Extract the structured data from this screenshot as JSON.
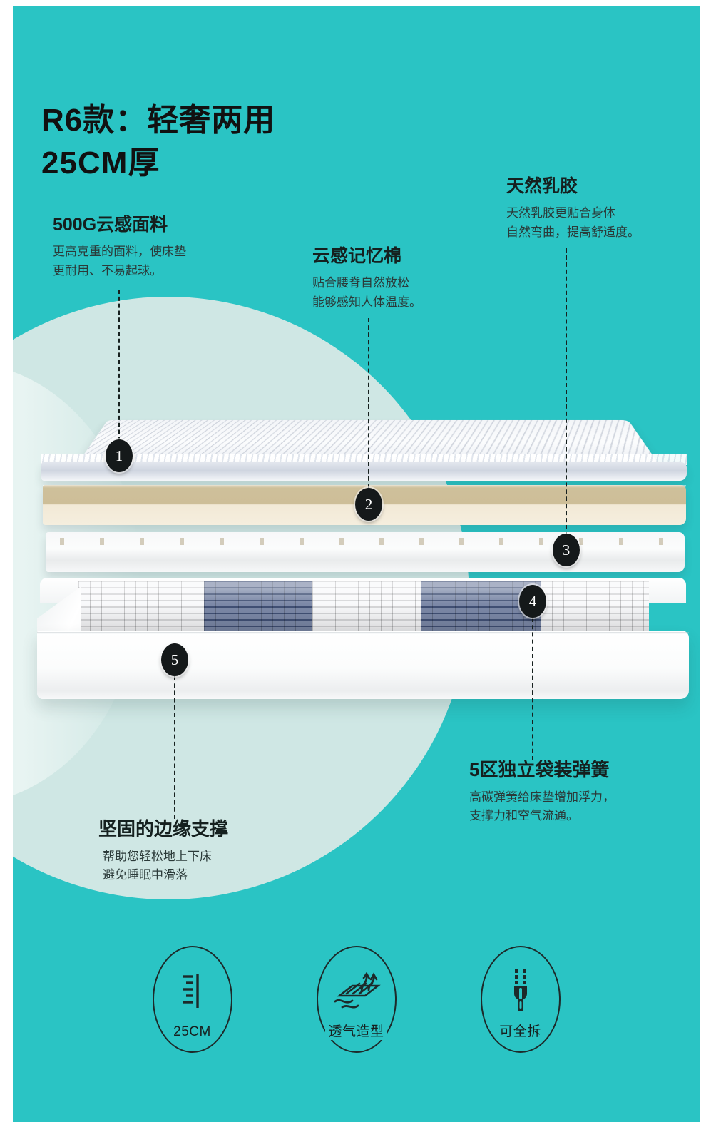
{
  "theme": {
    "background": "#2ac4c4",
    "halo": "#cfe7e4",
    "badge_dark": "#15191a",
    "spring_navy": "#4a5c86",
    "foam_tan": "#cdbe98",
    "text_dark": "#15201f"
  },
  "headline": {
    "line1": "R6款：轻奢两用",
    "line2": "25CM厚"
  },
  "annotations": [
    {
      "number": "1",
      "name": "cover-fabric",
      "title": "500G云感面料",
      "description": "更高克重的面料，使床垫\n更耐用、不易起球。"
    },
    {
      "number": "2",
      "name": "memory-foam",
      "title": "云感记忆棉",
      "description": "贴合腰脊自然放松\n能够感知人体温度。"
    },
    {
      "number": "3",
      "name": "natural-latex",
      "title": "天然乳胶",
      "description": "天然乳胶更贴合身体\n自然弯曲，提高舒适度。"
    },
    {
      "number": "4",
      "name": "pocket-springs",
      "title": "5区独立袋装弹簧",
      "description": "高碳弹簧给床垫增加浮力，\n支撑力和空气流通。"
    },
    {
      "number": "5",
      "name": "edge-support",
      "title": "坚固的边缘支撑",
      "description": "帮助您轻松地上下床\n避免睡眠中滑落"
    }
  ],
  "features": [
    {
      "icon": "ruler-icon",
      "label": "25CM"
    },
    {
      "icon": "airflow-icon",
      "label": "透气造型"
    },
    {
      "icon": "zipper-icon",
      "label": "可全拆"
    }
  ],
  "mattress": {
    "layers": [
      {
        "name": "knitted-cover-layer",
        "label_number": "1"
      },
      {
        "name": "memory-foam-layer",
        "label_number": "2"
      },
      {
        "name": "latex-layer",
        "label_number": "3"
      },
      {
        "name": "pocket-spring-layer",
        "label_number": "4"
      },
      {
        "name": "edge-support-base",
        "label_number": "5"
      }
    ],
    "spring_zones": [
      "white",
      "navy",
      "white",
      "navy",
      "white"
    ]
  }
}
